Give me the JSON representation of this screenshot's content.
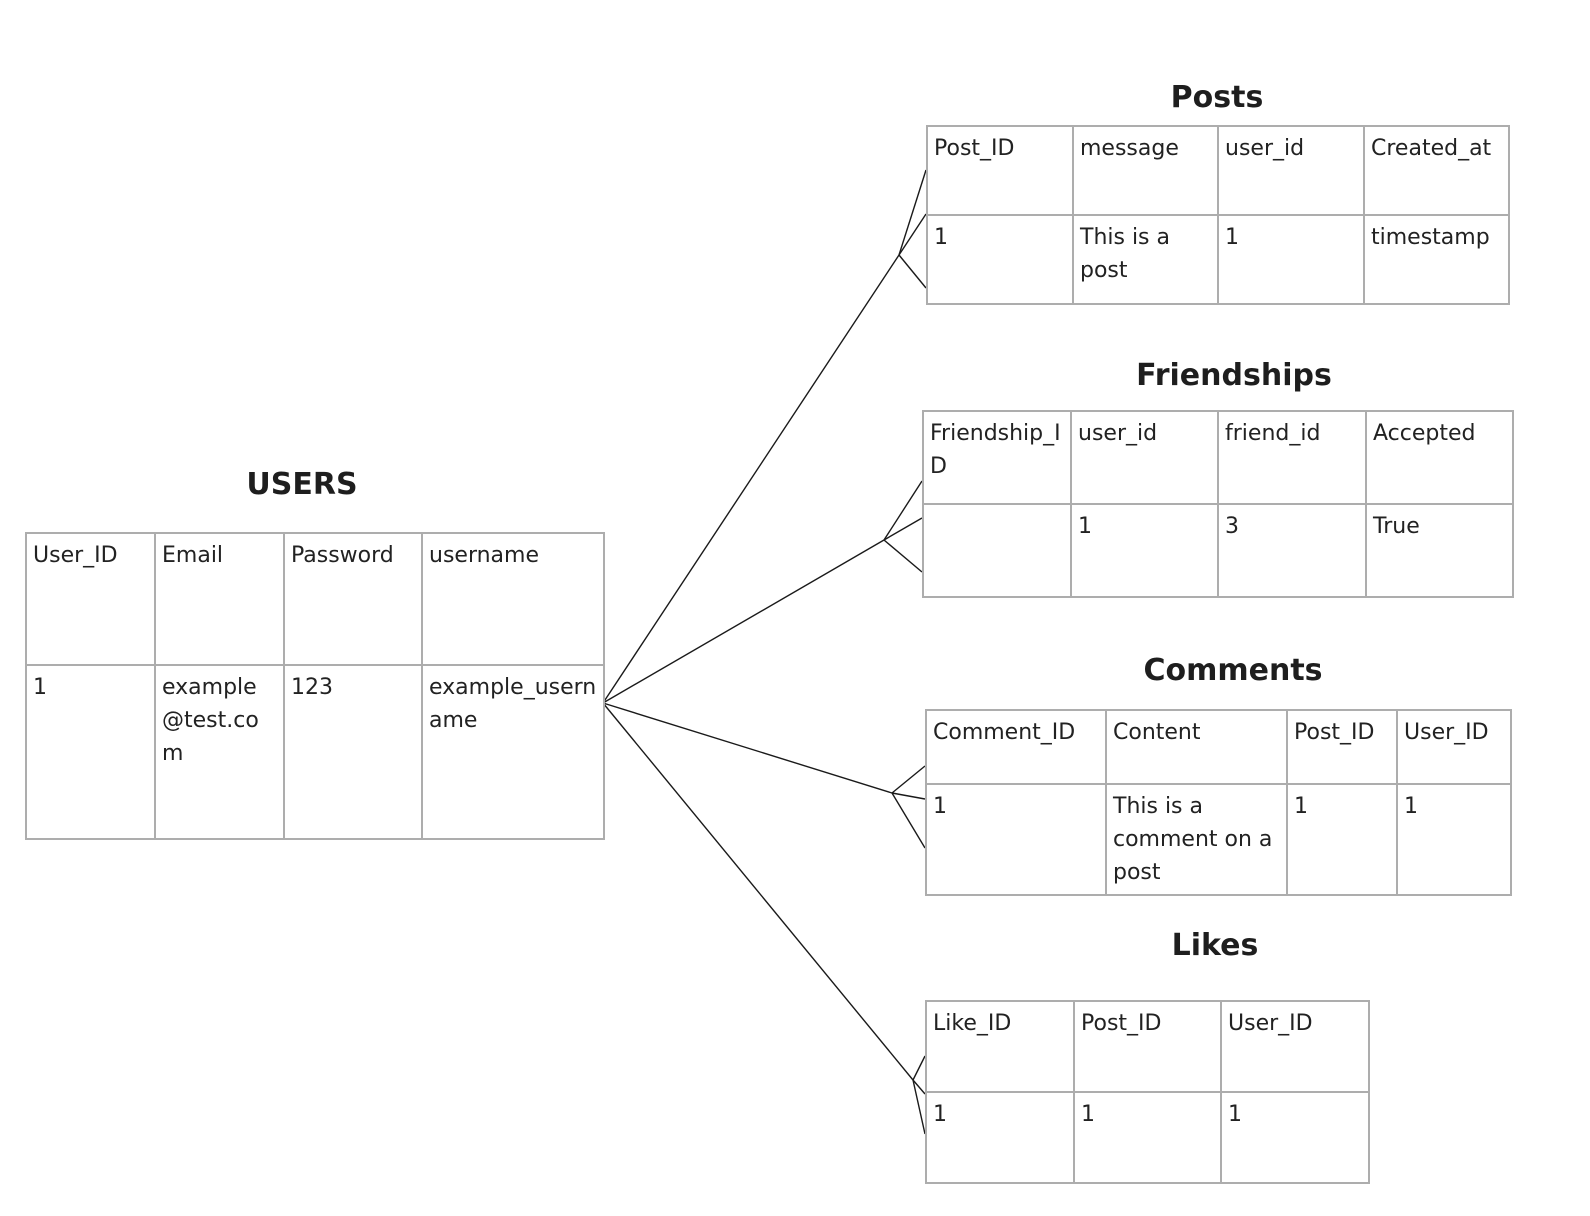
{
  "tables": {
    "users": {
      "title": "USERS",
      "columns": [
        "User_ID",
        "Email",
        "Password",
        "username"
      ],
      "row": [
        "1",
        "example@test.com",
        "123",
        "example_username"
      ]
    },
    "posts": {
      "title": "Posts",
      "columns": [
        "Post_ID",
        "message",
        "user_id",
        "Created_at"
      ],
      "row": [
        "1",
        "This is a post",
        "1",
        "timestamp"
      ]
    },
    "friendships": {
      "title": "Friendships",
      "columns": [
        "Friendship_ID",
        "user_id",
        "friend_id",
        "Accepted"
      ],
      "row": [
        "",
        "1",
        "3",
        "True"
      ]
    },
    "comments": {
      "title": "Comments",
      "columns": [
        "Comment_ID",
        "Content",
        "Post_ID",
        "User_ID"
      ],
      "row": [
        "1",
        "This is a comment on a post",
        "1",
        "1"
      ]
    },
    "likes": {
      "title": "Likes",
      "columns": [
        "Like_ID",
        "Post_ID",
        "User_ID"
      ],
      "row": [
        "1",
        "1",
        "1"
      ]
    }
  },
  "relationships": [
    {
      "from": "USERS",
      "to": "Posts",
      "cardinality": "one-to-many"
    },
    {
      "from": "USERS",
      "to": "Friendships",
      "cardinality": "one-to-many"
    },
    {
      "from": "USERS",
      "to": "Comments",
      "cardinality": "one-to-many"
    },
    {
      "from": "USERS",
      "to": "Likes",
      "cardinality": "one-to-many"
    }
  ],
  "colors": {
    "border": "#adadad",
    "line": "#1a1a1a",
    "text": "#222222",
    "title": "#1e1e1e"
  }
}
